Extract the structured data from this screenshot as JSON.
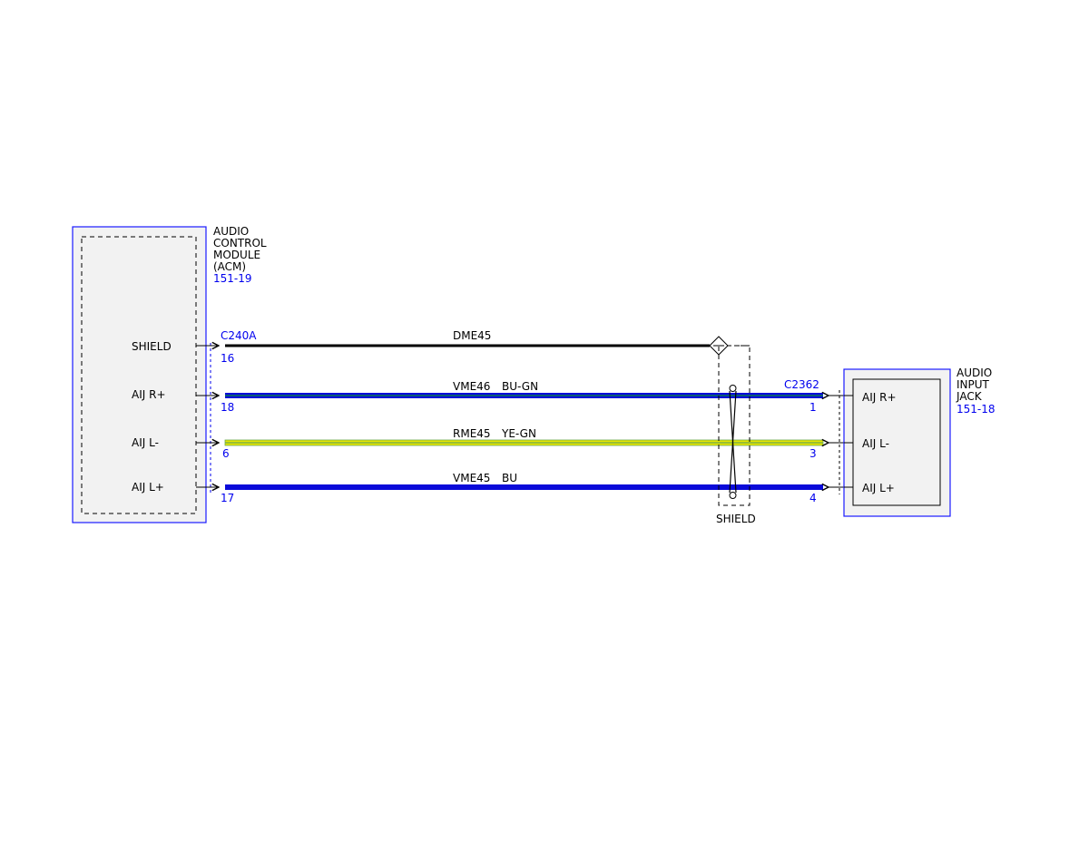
{
  "colors": {
    "module_border": "#1a1aff",
    "module_fill": "#f2f2f2",
    "ref_blue": "#0000ee",
    "wire_black": "#000000",
    "wire_blue": "#0a0ad9",
    "wire_blue_green_stripe": "#0a8a3a",
    "wire_yellow": "#e6e600",
    "wire_yellow_green_stripe": "#6aa84f"
  },
  "acm": {
    "name_lines": [
      "AUDIO",
      "CONTROL",
      "MODULE",
      "(ACM)"
    ],
    "ref": "151-19",
    "connector": "C240A",
    "pins": [
      {
        "label": "SHIELD",
        "pin": "16"
      },
      {
        "label": "AIJ R+",
        "pin": "18"
      },
      {
        "label": "AIJ L-",
        "pin": "6"
      },
      {
        "label": "AIJ L+",
        "pin": "17"
      }
    ]
  },
  "aij": {
    "name_lines": [
      "AUDIO",
      "INPUT",
      "JACK"
    ],
    "ref": "151-18",
    "connector": "C2362",
    "pins": [
      {
        "label": "AIJ R+",
        "pin": "1"
      },
      {
        "label": "AIJ L-",
        "pin": "3"
      },
      {
        "label": "AIJ L+",
        "pin": "4"
      }
    ]
  },
  "wires": [
    {
      "circuit": "DME45",
      "color_code": "",
      "icon": "black-wire"
    },
    {
      "circuit": "VME46",
      "color_code": "BU-GN",
      "icon": "blue-green-wire"
    },
    {
      "circuit": "RME45",
      "color_code": "YE-GN",
      "icon": "yellow-green-wire"
    },
    {
      "circuit": "VME45",
      "color_code": "BU",
      "icon": "blue-wire"
    }
  ],
  "shield": {
    "label": "SHIELD"
  }
}
